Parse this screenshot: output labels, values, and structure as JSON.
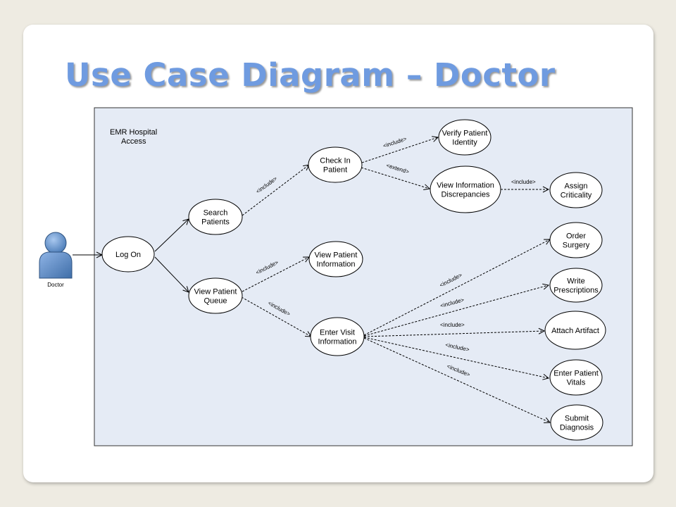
{
  "slide_title": "Use Case Diagram – Doctor",
  "system_boundary": {
    "label_line1": "EMR Hospital",
    "label_line2": "Access"
  },
  "actor": {
    "name": "Doctor",
    "icon": "person-icon"
  },
  "use_cases": {
    "log_on": [
      "Log On"
    ],
    "search_patients": [
      "Search",
      "Patients"
    ],
    "view_patient_queue": [
      "View Patient",
      "Queue"
    ],
    "check_in_patient": [
      "Check In",
      "Patient"
    ],
    "verify_patient_identity": [
      "Verify Patient",
      "Identity"
    ],
    "view_information_discrepancies": [
      "View Information",
      "Discrepancies"
    ],
    "assign_criticality": [
      "Assign",
      "Criticality"
    ],
    "view_patient_information": [
      "View Patient",
      "Information"
    ],
    "enter_visit_information": [
      "Enter Visit",
      "Information"
    ],
    "order_surgery": [
      "Order",
      "Surgery"
    ],
    "write_prescriptions": [
      "Write",
      "Prescriptions"
    ],
    "attach_artifact": [
      "Attach Artifact"
    ],
    "enter_patient_vitals": [
      "Enter Patient",
      "Vitals"
    ],
    "submit_diagnosis": [
      "Submit",
      "Diagnosis"
    ]
  },
  "relations": {
    "include": "<include>",
    "extend": "<extend>"
  },
  "colors": {
    "title": "#6f9be0",
    "boundary_fill": "#e5ebf5",
    "actor_fill": "#6b98cf"
  }
}
